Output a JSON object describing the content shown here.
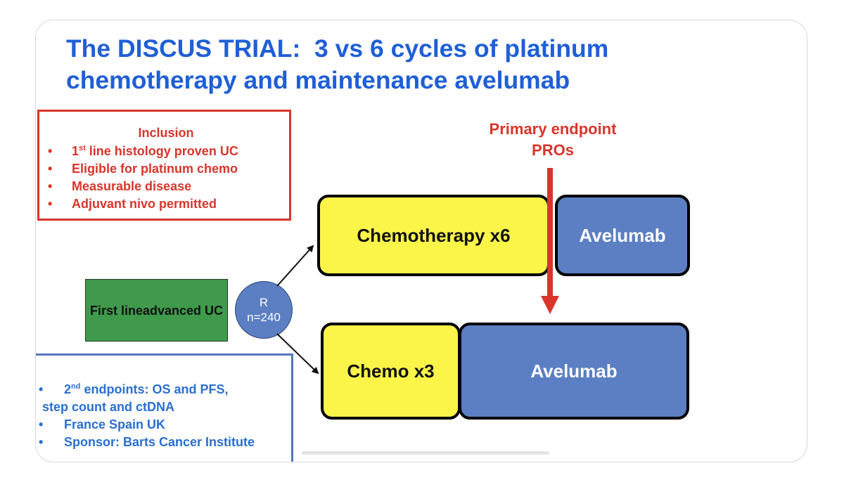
{
  "title": {
    "line1": "The DISCUS TRIAL:  3 vs 6 cycles of platinum",
    "line2": "chemotherapy and maintenance avelumab"
  },
  "inclusion": {
    "heading": "Inclusion",
    "items": [
      {
        "pre": "1",
        "sup": "st",
        "post": " line histology proven UC"
      },
      {
        "pre": "Eligible for platinum chemo"
      },
      {
        "pre": "Measurable disease"
      },
      {
        "pre": "Adjuvant nivo permitted"
      }
    ]
  },
  "population": {
    "line1": "First line",
    "line2": "advanced UC"
  },
  "randomisation": {
    "label": "R",
    "n": "n=240"
  },
  "arm_a": {
    "chemo": "Chemotherapy x6",
    "maintenance": "Avelumab"
  },
  "arm_b": {
    "chemo": "Chemo x3",
    "maintenance": "Avelumab"
  },
  "primary_endpoint": {
    "line1": "Primary endpoint",
    "line2": "PROs"
  },
  "secondary": {
    "line1_pre": "2",
    "line1_sup": "nd",
    "line1_post": " endpoints: OS and PFS,",
    "line2": "step count and ctDNA",
    "line3": "France Spain UK",
    "line4": "Sponsor: Barts Cancer Institute"
  },
  "colors": {
    "title_blue": "#1f5fd6",
    "inclusion_red": "#d9352b",
    "chemo_yellow": "#fbf54a",
    "avelumab_blue": "#5b7fc2",
    "population_green": "#3f9a4b"
  }
}
